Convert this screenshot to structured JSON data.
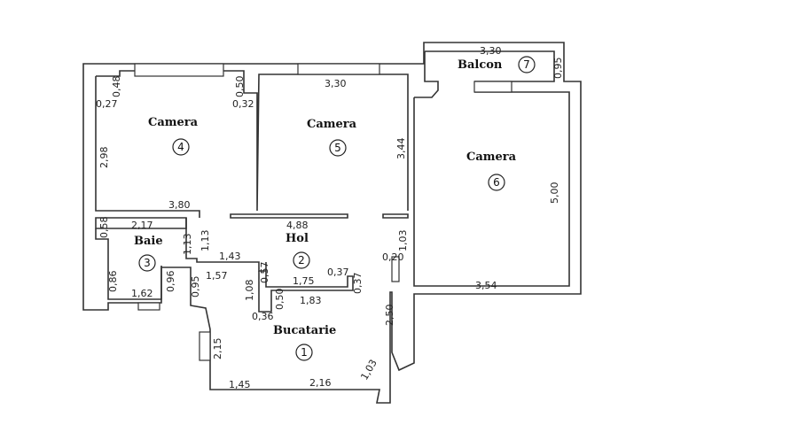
{
  "rooms": {
    "r1": {
      "name": "Bucatarie",
      "num": "1"
    },
    "r2": {
      "name": "Hol",
      "num": "2"
    },
    "r3": {
      "name": "Baie",
      "num": "3"
    },
    "r4": {
      "name": "Camera",
      "num": "4"
    },
    "r5": {
      "name": "Camera",
      "num": "5"
    },
    "r6": {
      "name": "Camera",
      "num": "6"
    },
    "r7": {
      "name": "Balcon",
      "num": "7"
    }
  },
  "dims": {
    "d_3_30_balcon": "3,30",
    "d_0_95_balcon": "0,95",
    "d_0_48": "0,48",
    "d_0_27": "0,27",
    "d_0_50_c4": "0,50",
    "d_0_32": "0,32",
    "d_3_30_c5": "3,30",
    "d_2_98": "2,98",
    "d_3_44": "3,44",
    "d_5_00": "5,00",
    "d_3_80": "3,80",
    "d_4_88": "4,88",
    "d_0_58": "0,58",
    "d_2_17": "2,17",
    "d_1_13a": "1,13",
    "d_1_13b": "1,13",
    "d_1_03_hol": "1,03",
    "d_1_43": "1,43",
    "d_0_57": "0,57",
    "d_0_37a": "0,37",
    "d_1_57": "1,57",
    "d_1_75": "1,75",
    "d_0_20": "0,20",
    "d_0_96": "0,96",
    "d_0_95_k": "0,95",
    "d_1_08": "1,08",
    "d_0_37b": "0,37",
    "d_3_54": "3,54",
    "d_0_86": "0,86",
    "d_1_62": "1,62",
    "d_0_50_k": "0,50",
    "d_1_83": "1,83",
    "d_0_36": "0,36",
    "d_2_50": "2,50",
    "d_2_15": "2,15",
    "d_1_45": "1,45",
    "d_2_16": "2,16",
    "d_1_03_k": "1,03"
  }
}
